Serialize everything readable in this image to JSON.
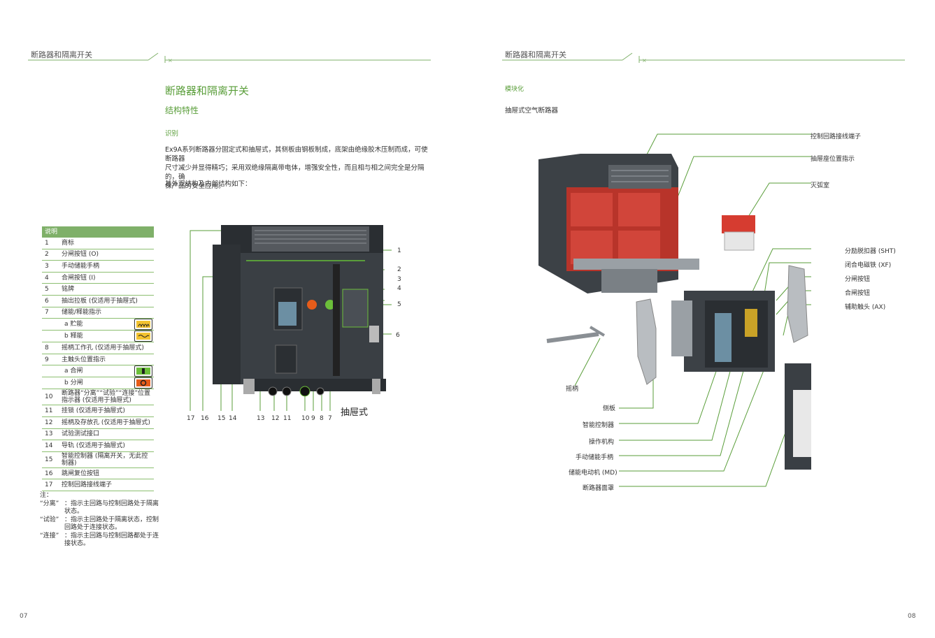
{
  "left_page": {
    "header": "断路器和隔离开关",
    "title": "断路器和隔离开关",
    "subtitle": "结构特性",
    "section": "识别",
    "paragraph": "Ex9A系列断路器分固定式和抽屉式，其侧板由钢板制成，底架由绝缘胶木压制而成，可使断路器尺寸减少并显得精巧；采用双绝缘隔离带电体，增强安全性，而且相与相之间完全是分隔的，确保产品的安全应用。",
    "paragraph_lines": [
      "Ex9A系列断路器分固定式和抽屉式，其侧板由钢板制成，底架由绝缘胶木压制而成，可使断路器",
      "尺寸减少并显得精巧；采用双绝缘隔离带电体，增强安全性，而且相与相之间完全是分隔的，确",
      "保产品的安全应用。"
    ],
    "intro": "其外观结构及内部结构如下：",
    "legend_header": "说明",
    "legend": [
      {
        "n": "1",
        "t": "商标"
      },
      {
        "n": "2",
        "t": "分闸按钮 (O)"
      },
      {
        "n": "3",
        "t": "手动储能手柄"
      },
      {
        "n": "4",
        "t": "合闸按钮 (I)"
      },
      {
        "n": "5",
        "t": "铭牌"
      },
      {
        "n": "6",
        "t": "抽出拉板 (仅适用于抽屉式)"
      },
      {
        "n": "7",
        "t": "储能/释能指示"
      },
      {
        "n": "",
        "t": "a 贮能",
        "ind": "charged"
      },
      {
        "n": "",
        "t": "b 释能",
        "ind": "discharged"
      },
      {
        "n": "8",
        "t": "摇柄工作孔 (仅适用于抽屉式)"
      },
      {
        "n": "9",
        "t": "主触头位置指示"
      },
      {
        "n": "",
        "t": "a 合闸",
        "ind": "closed"
      },
      {
        "n": "",
        "t": "b 分闸",
        "ind": "open"
      },
      {
        "n": "10",
        "t": "断路器“分离”“试验”“连接”位置指示器 (仅适用于抽屉式)"
      },
      {
        "n": "11",
        "t": "挂锁 (仅适用于抽屉式)"
      },
      {
        "n": "12",
        "t": "摇柄及存放孔 (仅适用于抽屉式)"
      },
      {
        "n": "13",
        "t": "试验测试接口"
      },
      {
        "n": "14",
        "t": "导轨 (仅适用于抽屉式)"
      },
      {
        "n": "15",
        "t": "智能控制器 (隔离开关，无此控制器)"
      },
      {
        "n": "16",
        "t": "跳闸复位按钮"
      },
      {
        "n": "17",
        "t": "控制回路接线端子"
      }
    ],
    "note_title": "注：",
    "notes": [
      {
        "k": "“分离”",
        "v": "：指示主回路与控制回路处于隔离状态。"
      },
      {
        "k": "“试验”",
        "v": "：指示主回路处于隔离状态，控制回路处于连接状态。"
      },
      {
        "k": "“连接”",
        "v": "：指示主回路与控制回路都处于连接状态。"
      }
    ],
    "right_numbers": [
      "1",
      "2",
      "3",
      "4",
      "5",
      "6"
    ],
    "bottom_numbers": [
      "17",
      "16",
      "15",
      "14",
      "13",
      "12",
      "11",
      "10",
      "9",
      "8",
      "7"
    ],
    "caption": "抽屉式",
    "page_number": "07"
  },
  "right_page": {
    "header": "断路器和隔离开关",
    "section": "模块化",
    "subtitle": "抽屉式空气断路器",
    "callouts_right": [
      "控制回路接线端子",
      "抽屉座位置指示",
      "灭弧室",
      "分励脱扣器 (SHT)",
      "闭合电磁铁 (XF)",
      "分闸按钮",
      "合闸按钮",
      "辅助触头 (AX)"
    ],
    "callouts_left": [
      "摇柄",
      "侧板",
      "智能控制器",
      "操作机构",
      "手动储能手柄",
      "储能电动机 (MD)",
      "断路器面罩"
    ],
    "page_number": "08"
  },
  "colors": {
    "accent": "#5a9e3a",
    "line": "#7fb069",
    "red_chamber": "#c0392b",
    "device": "#3a3f44"
  }
}
